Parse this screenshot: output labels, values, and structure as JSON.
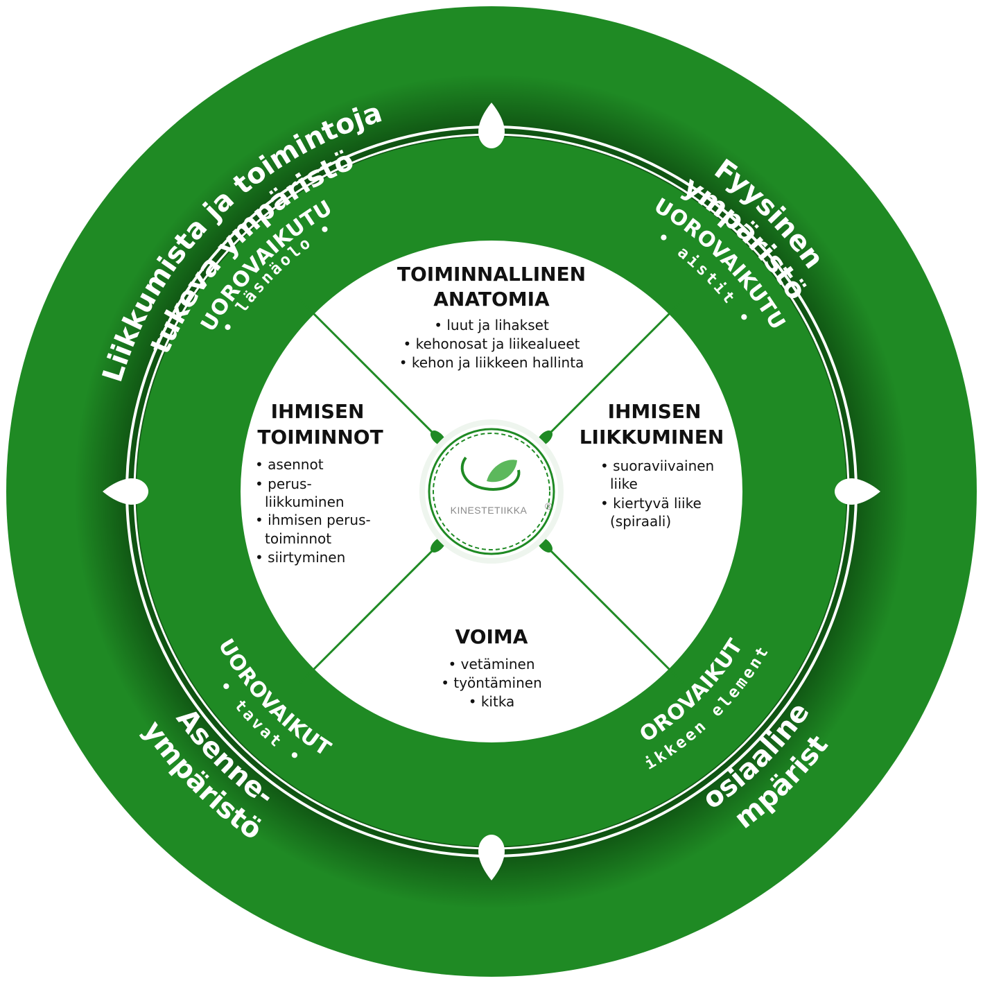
{
  "colors": {
    "green": "#1f8a24",
    "green_dark": "#0f5212",
    "green_mid": "#2a9a2c",
    "white": "#ffffff",
    "text_dark": "#111111",
    "logo_gray": "#8a8a8a",
    "logo_leaf": "#5cb85c"
  },
  "outer_labels": {
    "top_left": [
      "Liikkumista ja toimintoja",
      "tukeva ympäristö"
    ],
    "top_right": [
      "Fyysinen",
      "ympäristö"
    ],
    "bottom_left": [
      "Asenne-",
      "ympäristö"
    ],
    "bottom_right": [
      "Sosiaalinen",
      "ympäristö"
    ]
  },
  "ring_labels": {
    "top_left": {
      "title": "VUOROVAIKUTUS",
      "sub": "• läsnäolo •"
    },
    "top_right": {
      "title": "VUOROVAIKUTUS",
      "sub": "• aistit •"
    },
    "bottom_left": {
      "title": "VUOROVAIKUTUS",
      "sub": "• tavat •"
    },
    "bottom_right": {
      "title": "VUOROVAIKUTUS",
      "sub": "• liikkeen elementit •"
    }
  },
  "quadrants": {
    "top": {
      "title": [
        "TOIMINNALLINEN",
        "ANATOMIA"
      ],
      "items": [
        "• luut ja lihakset",
        "• kehonosat ja liikealueet",
        "• kehon ja liikkeen hallinta"
      ]
    },
    "left": {
      "title": [
        "IHMISEN",
        "TOIMINNOT"
      ],
      "items": [
        "• asennot",
        "• perus-",
        "liikkuminen",
        "• ihmisen perus-",
        "toiminnot",
        "• siirtyminen"
      ]
    },
    "right": {
      "title": [
        "IHMISEN",
        "LIIKKUMINEN"
      ],
      "items": [
        "• suoraviivainen",
        "liike",
        "• kiertyvä liike",
        "(spiraali)"
      ]
    },
    "bottom": {
      "title": [
        "VOIMA"
      ],
      "items": [
        "• vetäminen",
        "• työntäminen",
        "• kitka"
      ]
    }
  },
  "logo": {
    "text": "KINESTETIIKKA",
    "mark": "®",
    "icon": "leaf-swirl-icon"
  }
}
